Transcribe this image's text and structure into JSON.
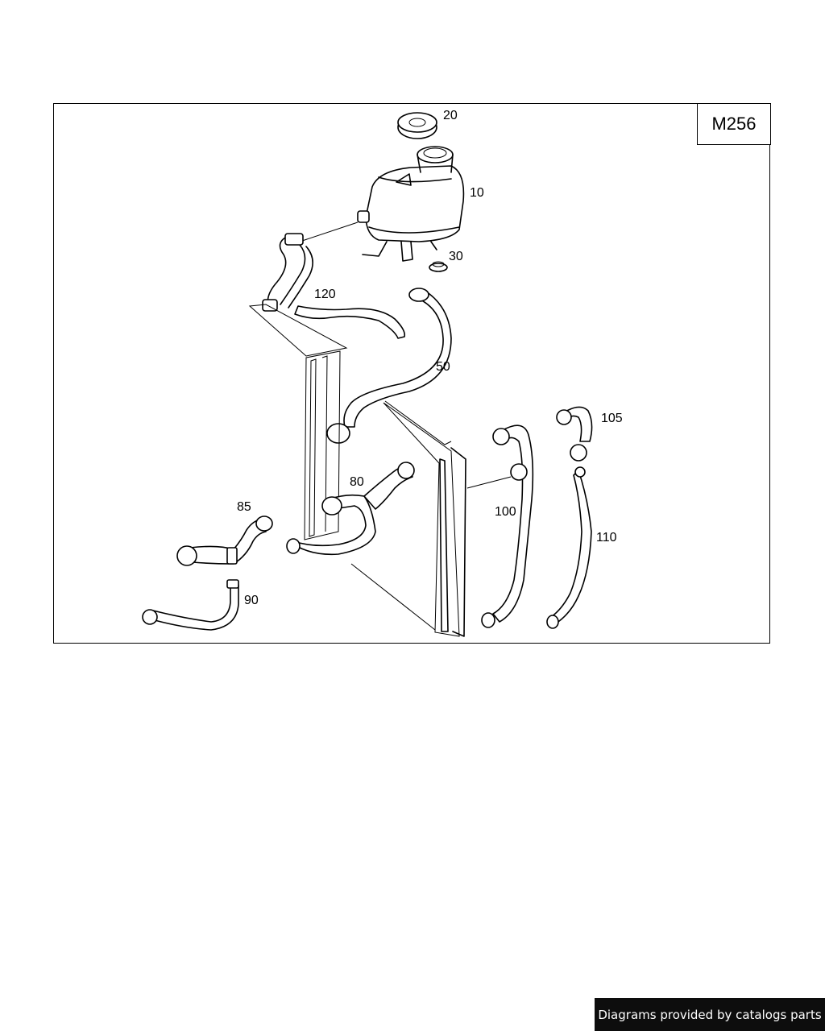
{
  "diagram": {
    "engine_code": "M256",
    "callouts": {
      "p10": "10",
      "p20": "20",
      "p30": "30",
      "p50": "50",
      "p80": "80",
      "p85": "85",
      "p90": "90",
      "p100": "100",
      "p105": "105",
      "p110": "110",
      "p120": "120"
    }
  },
  "footer": {
    "watermark": "Diagrams provided by catalogs parts"
  }
}
